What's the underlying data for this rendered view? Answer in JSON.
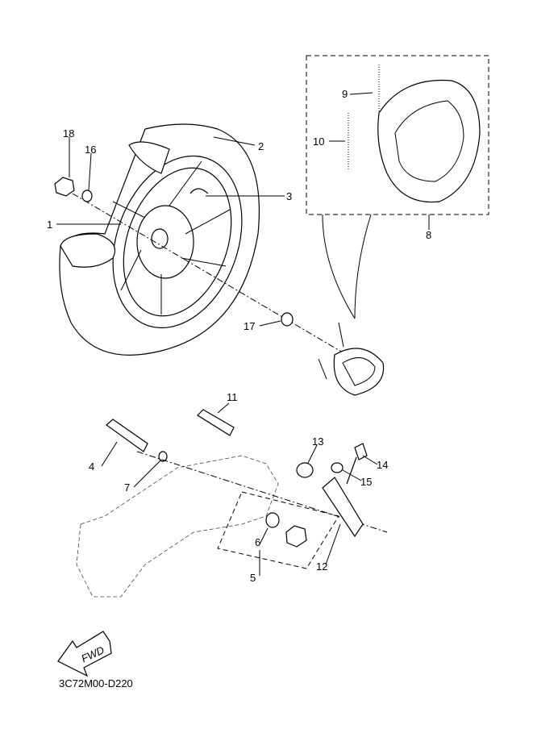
{
  "diagram": {
    "code": "3C72M00-D220",
    "fwd_label": "FWD",
    "callouts": [
      {
        "id": "18",
        "text": "18"
      },
      {
        "id": "16",
        "text": "16"
      },
      {
        "id": "2",
        "text": "2"
      },
      {
        "id": "1",
        "text": "1"
      },
      {
        "id": "3",
        "text": "3"
      },
      {
        "id": "9",
        "text": "9"
      },
      {
        "id": "10",
        "text": "10"
      },
      {
        "id": "8",
        "text": "8"
      },
      {
        "id": "17",
        "text": "17"
      },
      {
        "id": "11",
        "text": "11"
      },
      {
        "id": "13",
        "text": "13"
      },
      {
        "id": "14",
        "text": "14"
      },
      {
        "id": "4",
        "text": "4"
      },
      {
        "id": "7",
        "text": "7"
      },
      {
        "id": "15",
        "text": "15"
      },
      {
        "id": "6",
        "text": "6"
      },
      {
        "id": "12",
        "text": "12"
      },
      {
        "id": "5",
        "text": "5"
      }
    ]
  }
}
